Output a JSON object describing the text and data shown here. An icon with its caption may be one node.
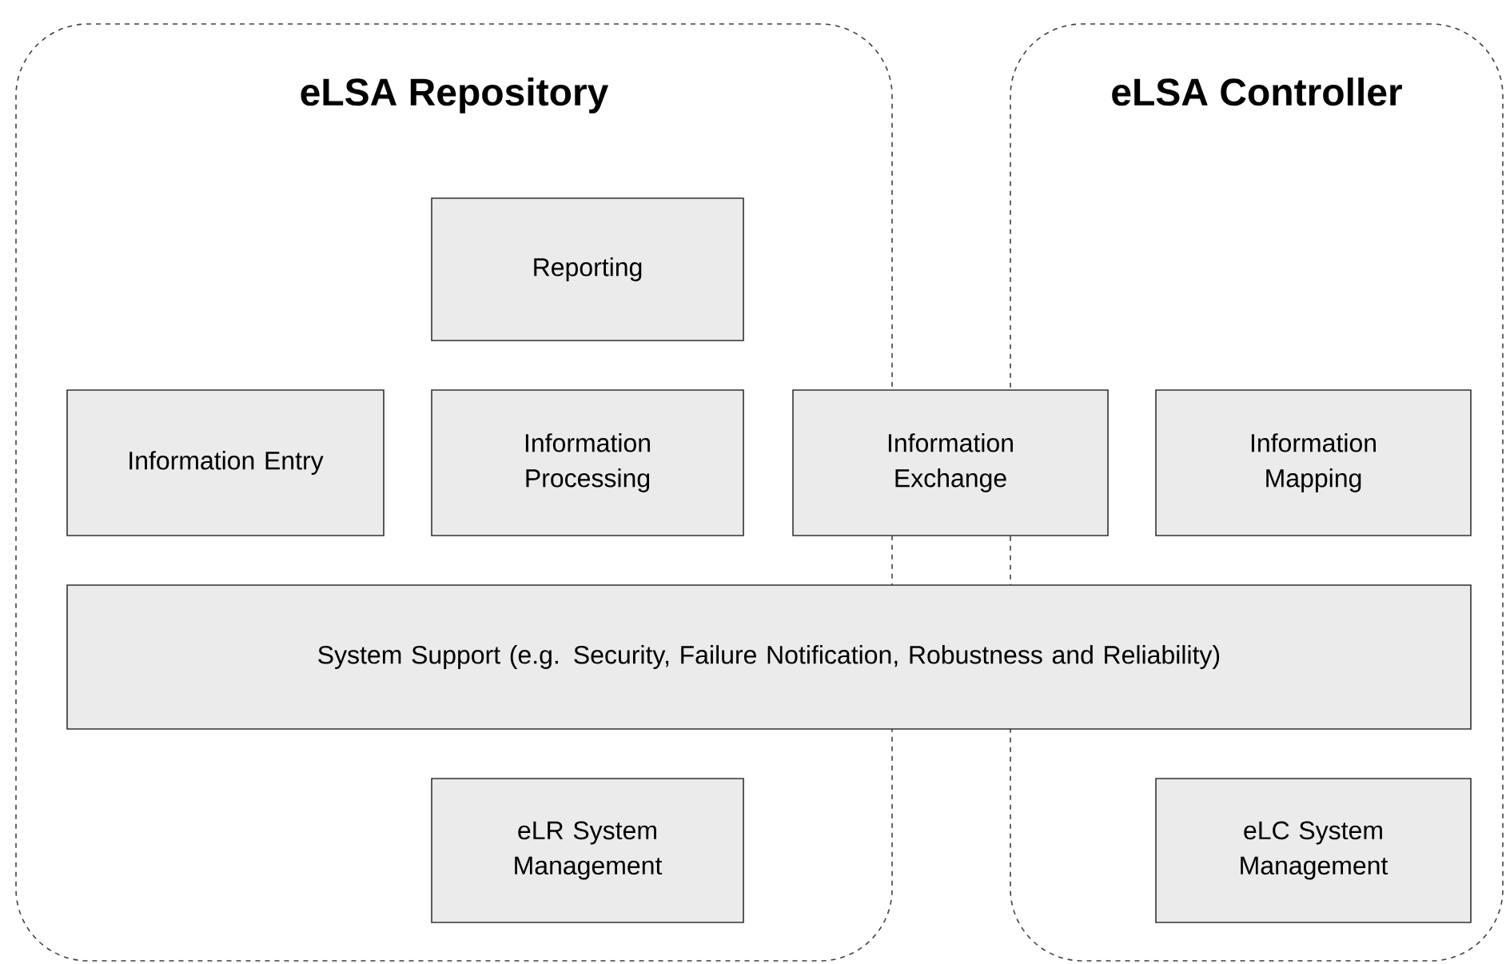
{
  "diagram": {
    "nodes": [
      {
        "text": [
          "eLSA Repository"
        ]
      },
      {
        "text": [
          "eLSA Controller"
        ]
      },
      {
        "text": [
          "Reporting"
        ],
        "in": 0
      },
      {
        "text": [
          "Information Entry"
        ],
        "in": 0
      },
      {
        "text": [
          "Information Processing"
        ],
        "in": 0
      },
      {
        "text": [
          "Information Exchange"
        ]
      },
      {
        "text": [
          "Information Mapping"
        ],
        "in": 1
      },
      {
        "text": [
          "System Support (e.g. Security, Failure Notification, Robustness and Reliability)"
        ]
      },
      {
        "text": [
          "eLR System Management"
        ],
        "in": 0
      },
      {
        "text": [
          "eLC System Management"
        ],
        "in": 1
      }
    ],
    "edges": []
  }
}
